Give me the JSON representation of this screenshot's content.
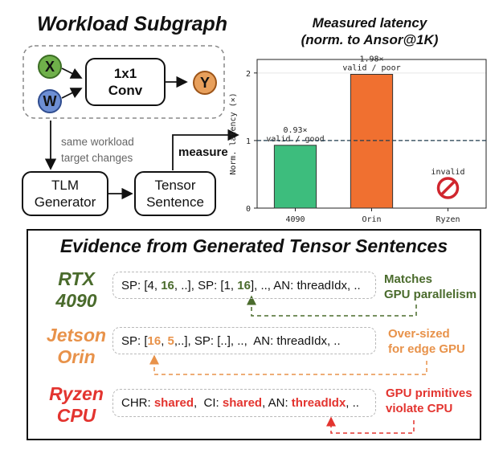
{
  "workload": {
    "title": "Workload Subgraph",
    "node_x": "X",
    "node_w": "W",
    "conv_line1": "1x1",
    "conv_line2": "Conv",
    "node_y": "Y",
    "annotation_line1": "same workload",
    "annotation_line2": "target changes",
    "tlm_line1": "TLM",
    "tlm_line2": "Generator",
    "tensor_line1": "Tensor",
    "tensor_line2": "Sentence",
    "measure_label": "measure"
  },
  "chart_title": {
    "line1": "Measured latency",
    "line2": "(norm. to Ansor@1K)"
  },
  "chart_data": {
    "type": "bar",
    "categories": [
      "4090",
      "Orin",
      "Ryzen"
    ],
    "values": [
      0.93,
      1.98,
      null
    ],
    "colors": [
      "#3dbd7d",
      "#f07030",
      "#d0262e"
    ],
    "bar_labels": [
      {
        "value": "0.93×",
        "status": "valid / good",
        "color": "#1f8a5a"
      },
      {
        "value": "1.98×",
        "status": "valid / poor",
        "color": "#c4531e"
      },
      {
        "value": "",
        "status": "invalid",
        "color": "#d0262e"
      }
    ],
    "ylabel": "Norm. latency (×)",
    "ylim": [
      0,
      2.2
    ],
    "yticks": [
      0,
      1,
      2
    ],
    "reference_line": 1,
    "grid": true
  },
  "evidence": {
    "title": "Evidence from Generated Tensor Sentences",
    "rows": [
      {
        "device_line1": "RTX",
        "device_line2": "4090",
        "device_color": "#4a6b2c",
        "sentence": [
          {
            "t": "SP: [4, "
          },
          {
            "t": "16",
            "h": true
          },
          {
            "t": ", ..], SP: [1, "
          },
          {
            "t": "16",
            "h": true
          },
          {
            "t": "], .., AN: threadIdx, .."
          }
        ],
        "highlight_color": "#4a6b2c",
        "note_line1": "Matches",
        "note_line2": "GPU parallelism",
        "note_color": "#4a6b2c"
      },
      {
        "device_line1": "Jetson",
        "device_line2": "Orin",
        "device_color": "#e8924a",
        "sentence": [
          {
            "t": "SP: ["
          },
          {
            "t": "16",
            "h": true
          },
          {
            "t": ", "
          },
          {
            "t": "5",
            "h": true
          },
          {
            "t": ",..], SP: [..], ..,  AN: threadIdx, .."
          }
        ],
        "highlight_color": "#e8924a",
        "note_line1": "Over-sized",
        "note_line2": "for edge GPU",
        "note_color": "#e8924a"
      },
      {
        "device_line1": "Ryzen",
        "device_line2": "CPU",
        "device_color": "#e3342f",
        "sentence": [
          {
            "t": "CHR: "
          },
          {
            "t": "shared",
            "h": true
          },
          {
            "t": ",  CI: "
          },
          {
            "t": "shared",
            "h": true
          },
          {
            "t": ", AN: "
          },
          {
            "t": "threadIdx",
            "h": true
          },
          {
            "t": ", .."
          }
        ],
        "highlight_color": "#e3342f",
        "note_line1": "GPU primitives",
        "note_line2": "violate CPU",
        "note_color": "#e3342f"
      }
    ]
  }
}
